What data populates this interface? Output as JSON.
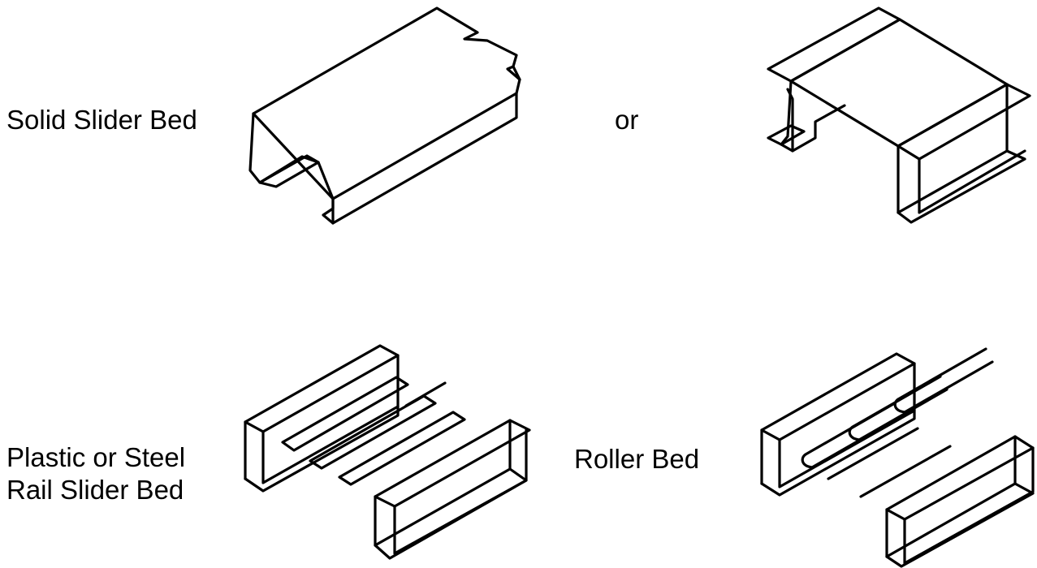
{
  "labels": {
    "solid_slider_bed": "Solid Slider Bed",
    "or": "or",
    "rail_slider_bed_line1": "Plastic or Steel",
    "rail_slider_bed_line2": "Rail Slider Bed",
    "roller_bed": "Roller Bed"
  },
  "colors": {
    "line": "#000000",
    "background": "#ffffff"
  }
}
